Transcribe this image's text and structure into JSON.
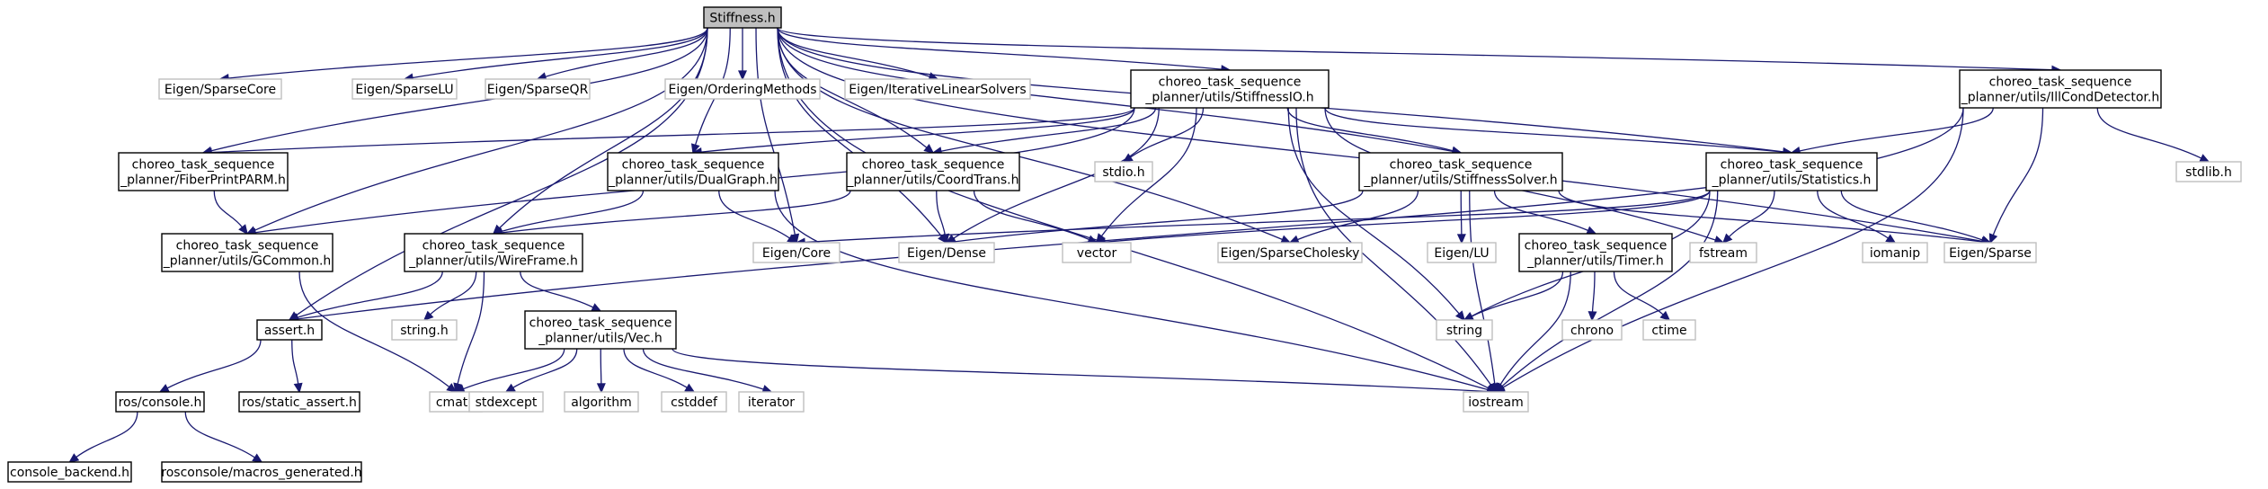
{
  "nodes": [
    {
      "id": "stiffness",
      "lines": [
        "Stiffness.h"
      ],
      "kind": "root"
    },
    {
      "id": "sparsecore",
      "lines": [
        "Eigen/SparseCore"
      ],
      "kind": "external"
    },
    {
      "id": "sparselu",
      "lines": [
        "Eigen/SparseLU"
      ],
      "kind": "external"
    },
    {
      "id": "sparseqr",
      "lines": [
        "Eigen/SparseQR"
      ],
      "kind": "external"
    },
    {
      "id": "ordering",
      "lines": [
        "Eigen/OrderingMethods"
      ],
      "kind": "external"
    },
    {
      "id": "iterative",
      "lines": [
        "Eigen/IterativeLinearSolvers"
      ],
      "kind": "external"
    },
    {
      "id": "stiffnessio",
      "lines": [
        "choreo_task_sequence",
        "_planner/utils/StiffnessIO.h"
      ],
      "kind": "internal"
    },
    {
      "id": "illcond",
      "lines": [
        "choreo_task_sequence",
        "_planner/utils/IllCondDetector.h"
      ],
      "kind": "internal"
    },
    {
      "id": "fiberprint",
      "lines": [
        "choreo_task_sequence",
        "_planner/FiberPrintPARM.h"
      ],
      "kind": "internal"
    },
    {
      "id": "dualgraph",
      "lines": [
        "choreo_task_sequence",
        "_planner/utils/DualGraph.h"
      ],
      "kind": "internal"
    },
    {
      "id": "coordtrans",
      "lines": [
        "choreo_task_sequence",
        "_planner/utils/CoordTrans.h"
      ],
      "kind": "internal"
    },
    {
      "id": "stdio",
      "lines": [
        "stdio.h"
      ],
      "kind": "external"
    },
    {
      "id": "solver",
      "lines": [
        "choreo_task_sequence",
        "_planner/utils/StiffnessSolver.h"
      ],
      "kind": "internal"
    },
    {
      "id": "statistics",
      "lines": [
        "choreo_task_sequence",
        "_planner/utils/Statistics.h"
      ],
      "kind": "internal"
    },
    {
      "id": "stdlib",
      "lines": [
        "stdlib.h"
      ],
      "kind": "external"
    },
    {
      "id": "gcommon",
      "lines": [
        "choreo_task_sequence",
        "_planner/utils/GCommon.h"
      ],
      "kind": "internal"
    },
    {
      "id": "wireframe",
      "lines": [
        "choreo_task_sequence",
        "_planner/utils/WireFrame.h"
      ],
      "kind": "internal"
    },
    {
      "id": "eigencore",
      "lines": [
        "Eigen/Core"
      ],
      "kind": "external"
    },
    {
      "id": "eigendense",
      "lines": [
        "Eigen/Dense"
      ],
      "kind": "external"
    },
    {
      "id": "vector",
      "lines": [
        "vector"
      ],
      "kind": "external"
    },
    {
      "id": "cholesky",
      "lines": [
        "Eigen/SparseCholesky"
      ],
      "kind": "external"
    },
    {
      "id": "eigenlu",
      "lines": [
        "Eigen/LU"
      ],
      "kind": "external"
    },
    {
      "id": "timer",
      "lines": [
        "choreo_task_sequence",
        "_planner/utils/Timer.h"
      ],
      "kind": "internal"
    },
    {
      "id": "fstream",
      "lines": [
        "fstream"
      ],
      "kind": "external"
    },
    {
      "id": "iomanip",
      "lines": [
        "iomanip"
      ],
      "kind": "external"
    },
    {
      "id": "eigensparse",
      "lines": [
        "Eigen/Sparse"
      ],
      "kind": "external"
    },
    {
      "id": "assert",
      "lines": [
        "assert.h"
      ],
      "kind": "internal"
    },
    {
      "id": "stringh",
      "lines": [
        "string.h"
      ],
      "kind": "external"
    },
    {
      "id": "vec",
      "lines": [
        "choreo_task_sequence",
        "_planner/utils/Vec.h"
      ],
      "kind": "internal"
    },
    {
      "id": "string",
      "lines": [
        "string"
      ],
      "kind": "external"
    },
    {
      "id": "chrono",
      "lines": [
        "chrono"
      ],
      "kind": "external"
    },
    {
      "id": "ctime",
      "lines": [
        "ctime"
      ],
      "kind": "external"
    },
    {
      "id": "rosconsole",
      "lines": [
        "ros/console.h"
      ],
      "kind": "internal"
    },
    {
      "id": "staticassert",
      "lines": [
        "ros/static_assert.h"
      ],
      "kind": "internal"
    },
    {
      "id": "cmath",
      "lines": [
        "cmath"
      ],
      "kind": "external"
    },
    {
      "id": "stdexcept",
      "lines": [
        "stdexcept"
      ],
      "kind": "external"
    },
    {
      "id": "algorithm",
      "lines": [
        "algorithm"
      ],
      "kind": "external"
    },
    {
      "id": "cstddef",
      "lines": [
        "cstddef"
      ],
      "kind": "external"
    },
    {
      "id": "iterator",
      "lines": [
        "iterator"
      ],
      "kind": "external"
    },
    {
      "id": "iostream",
      "lines": [
        "iostream"
      ],
      "kind": "external"
    },
    {
      "id": "backend",
      "lines": [
        "console_backend.h"
      ],
      "kind": "internal"
    },
    {
      "id": "macros",
      "lines": [
        "rosconsole/macros_generated.h"
      ],
      "kind": "internal"
    }
  ],
  "edges": [
    [
      "stiffness",
      "sparsecore"
    ],
    [
      "stiffness",
      "sparselu"
    ],
    [
      "stiffness",
      "sparseqr"
    ],
    [
      "stiffness",
      "ordering"
    ],
    [
      "stiffness",
      "iterative"
    ],
    [
      "stiffness",
      "stiffnessio"
    ],
    [
      "stiffness",
      "illcond"
    ],
    [
      "stiffness",
      "fiberprint"
    ],
    [
      "stiffness",
      "dualgraph"
    ],
    [
      "stiffness",
      "coordtrans"
    ],
    [
      "stiffness",
      "solver"
    ],
    [
      "stiffness",
      "statistics"
    ],
    [
      "stiffness",
      "gcommon"
    ],
    [
      "stiffness",
      "wireframe"
    ],
    [
      "stiffness",
      "eigencore"
    ],
    [
      "stiffness",
      "eigendense"
    ],
    [
      "stiffness",
      "cholesky"
    ],
    [
      "stiffness",
      "eigensparse"
    ],
    [
      "stiffness",
      "assert"
    ],
    [
      "stiffness",
      "iostream"
    ],
    [
      "stiffnessio",
      "fiberprint"
    ],
    [
      "stiffnessio",
      "dualgraph"
    ],
    [
      "stiffnessio",
      "coordtrans"
    ],
    [
      "stiffnessio",
      "stdio"
    ],
    [
      "stiffnessio",
      "solver"
    ],
    [
      "stiffnessio",
      "statistics"
    ],
    [
      "stiffnessio",
      "gcommon"
    ],
    [
      "stiffnessio",
      "eigendense"
    ],
    [
      "stiffnessio",
      "vector"
    ],
    [
      "stiffnessio",
      "fstream"
    ],
    [
      "stiffnessio",
      "string"
    ],
    [
      "stiffnessio",
      "iostream"
    ],
    [
      "illcond",
      "statistics"
    ],
    [
      "illcond",
      "stdlib"
    ],
    [
      "illcond",
      "eigensparse"
    ],
    [
      "illcond",
      "assert"
    ],
    [
      "illcond",
      "iostream"
    ],
    [
      "fiberprint",
      "gcommon"
    ],
    [
      "dualgraph",
      "wireframe"
    ],
    [
      "dualgraph",
      "eigencore"
    ],
    [
      "dualgraph",
      "iostream"
    ],
    [
      "coordtrans",
      "wireframe"
    ],
    [
      "coordtrans",
      "eigendense"
    ],
    [
      "coordtrans",
      "vector"
    ],
    [
      "solver",
      "eigendense"
    ],
    [
      "solver",
      "cholesky"
    ],
    [
      "solver",
      "eigenlu"
    ],
    [
      "solver",
      "timer"
    ],
    [
      "solver",
      "eigensparse"
    ],
    [
      "solver",
      "iostream"
    ],
    [
      "statistics",
      "eigencore"
    ],
    [
      "statistics",
      "vector"
    ],
    [
      "statistics",
      "fstream"
    ],
    [
      "statistics",
      "iomanip"
    ],
    [
      "statistics",
      "eigensparse"
    ],
    [
      "statistics",
      "string"
    ],
    [
      "statistics",
      "iostream"
    ],
    [
      "gcommon",
      "cmath"
    ],
    [
      "wireframe",
      "assert"
    ],
    [
      "wireframe",
      "stringh"
    ],
    [
      "wireframe",
      "vec"
    ],
    [
      "wireframe",
      "cmath"
    ],
    [
      "timer",
      "string"
    ],
    [
      "timer",
      "chrono"
    ],
    [
      "timer",
      "ctime"
    ],
    [
      "timer",
      "iostream"
    ],
    [
      "assert",
      "rosconsole"
    ],
    [
      "assert",
      "staticassert"
    ],
    [
      "vec",
      "cmath"
    ],
    [
      "vec",
      "stdexcept"
    ],
    [
      "vec",
      "algorithm"
    ],
    [
      "vec",
      "cstddef"
    ],
    [
      "vec",
      "iterator"
    ],
    [
      "vec",
      "iostream"
    ],
    [
      "rosconsole",
      "backend"
    ],
    [
      "rosconsole",
      "macros"
    ]
  ]
}
